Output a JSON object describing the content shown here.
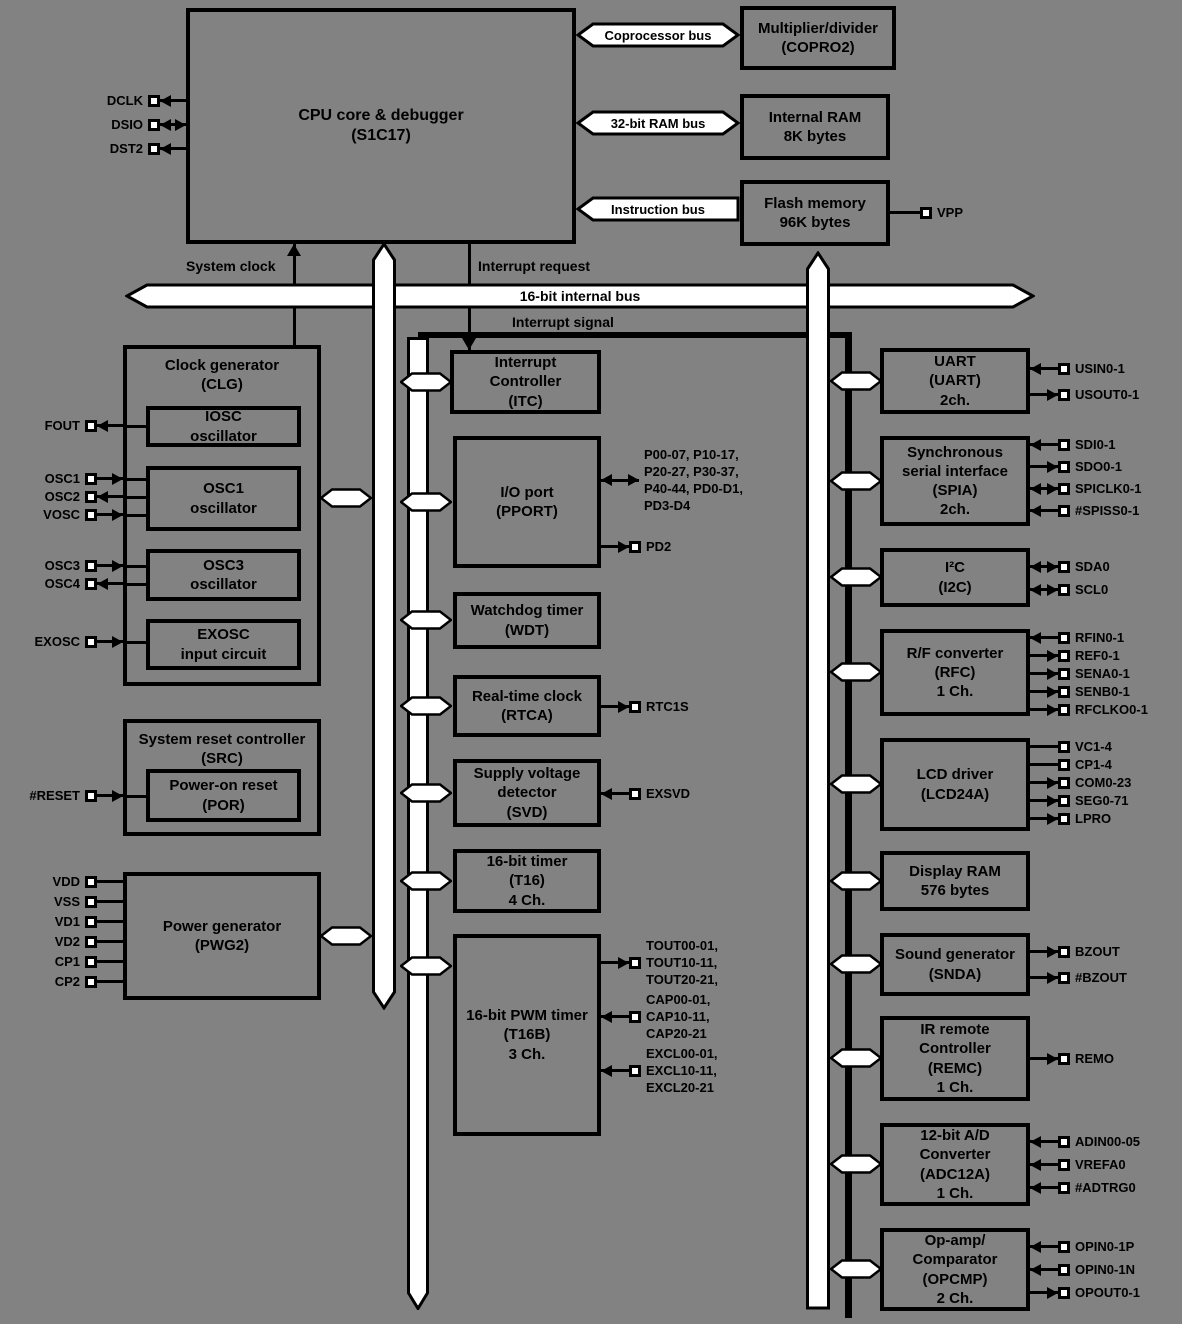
{
  "colors": {
    "background": "#828282",
    "line": "#000000",
    "bus_fill": "#ffffff"
  },
  "cpu": {
    "label": "CPU core & debugger\n(S1C17)"
  },
  "debug_pins": {
    "dclk": "DCLK",
    "dsio": "DSIO",
    "dst2": "DST2"
  },
  "memory": {
    "copro": {
      "label": "Multiplier/divider\n(COPRO2)",
      "bus": "Coprocessor bus"
    },
    "ram": {
      "label": "Internal RAM\n8K bytes",
      "bus": "32-bit RAM bus"
    },
    "flash": {
      "label": "Flash memory\n96K bytes",
      "bus": "Instruction bus",
      "pin": "VPP"
    }
  },
  "bus": {
    "internal": "16-bit internal bus",
    "system_clock": "System clock",
    "interrupt_request": "Interrupt request",
    "interrupt_signal": "Interrupt signal"
  },
  "left": {
    "clg": {
      "label": "Clock generator\n(CLG)",
      "iosc": "IOSC\noscillator",
      "osc1": "OSC1\noscillator",
      "osc3": "OSC3\noscillator",
      "exosc": "EXOSC\ninput circuit",
      "pins": {
        "fout": "FOUT",
        "osc1": "OSC1",
        "osc2": "OSC2",
        "vosc": "VOSC",
        "osc3": "OSC3",
        "osc4": "OSC4",
        "exosc": "EXOSC"
      }
    },
    "src": {
      "label": "System reset controller\n(SRC)",
      "por": "Power-on reset\n(POR)",
      "pin": "#RESET"
    },
    "pwg": {
      "label": "Power generator\n(PWG2)",
      "pins": [
        "VDD",
        "VSS",
        "VD1",
        "VD2",
        "CP1",
        "CP2"
      ]
    }
  },
  "middle": {
    "itc": {
      "label": "Interrupt\nController\n(ITC)"
    },
    "pport": {
      "label": "I/O port\n(PPORT)",
      "group": "P00-07, P10-17,\nP20-27, P30-37,\nP40-44, PD0-D1,\nPD3-D4",
      "pd2": "PD2"
    },
    "wdt": {
      "label": "Watchdog timer\n(WDT)"
    },
    "rtca": {
      "label": "Real-time clock\n(RTCA)",
      "pin": "RTC1S"
    },
    "svd": {
      "label": "Supply voltage\ndetector\n(SVD)",
      "pin": "EXSVD"
    },
    "t16": {
      "label": "16-bit timer\n(T16)\n4 Ch."
    },
    "t16b": {
      "label": "16-bit PWM timer\n(T16B)\n3 Ch.",
      "tout": "TOUT00-01,\nTOUT10-11,\nTOUT20-21,",
      "cap": "CAP00-01,\nCAP10-11,\nCAP20-21",
      "excl": "EXCL00-01,\nEXCL10-11,\nEXCL20-21"
    }
  },
  "right": {
    "uart": {
      "label": "UART\n(UART)\n2ch.",
      "pins": [
        "USIN0-1",
        "USOUT0-1"
      ]
    },
    "spia": {
      "label": "Synchronous\nserial interface\n(SPIA)\n2ch.",
      "pins": [
        "SDI0-1",
        "SDO0-1",
        "SPICLK0-1",
        "#SPISS0-1"
      ]
    },
    "i2c": {
      "label": "I²C\n(I2C)",
      "pins": [
        "SDA0",
        "SCL0"
      ]
    },
    "rfc": {
      "label": "R/F converter\n(RFC)\n1 Ch.",
      "pins": [
        "RFIN0-1",
        "REF0-1",
        "SENA0-1",
        "SENB0-1",
        "RFCLKO0-1"
      ]
    },
    "lcd": {
      "label": "LCD driver\n(LCD24A)",
      "pins": [
        "VC1-4",
        "CP1-4",
        "COM0-23",
        "SEG0-71",
        "LPRO"
      ]
    },
    "dram": {
      "label": "Display RAM\n576 bytes"
    },
    "snda": {
      "label": "Sound generator\n(SNDA)",
      "pins": [
        "BZOUT",
        "#BZOUT"
      ]
    },
    "remc": {
      "label": "IR remote\nController\n(REMC)\n1 Ch.",
      "pins": [
        "REMO"
      ]
    },
    "adc": {
      "label": "12-bit A/D\nConverter\n(ADC12A)\n1 Ch.",
      "pins": [
        "ADIN00-05",
        "VREFA0",
        "#ADTRG0"
      ]
    },
    "opcmp": {
      "label": "Op-amp/\nComparator\n(OPCMP)\n2 Ch.",
      "pins": [
        "OPIN0-1P",
        "OPIN0-1N",
        "OPOUT0-1"
      ]
    }
  }
}
